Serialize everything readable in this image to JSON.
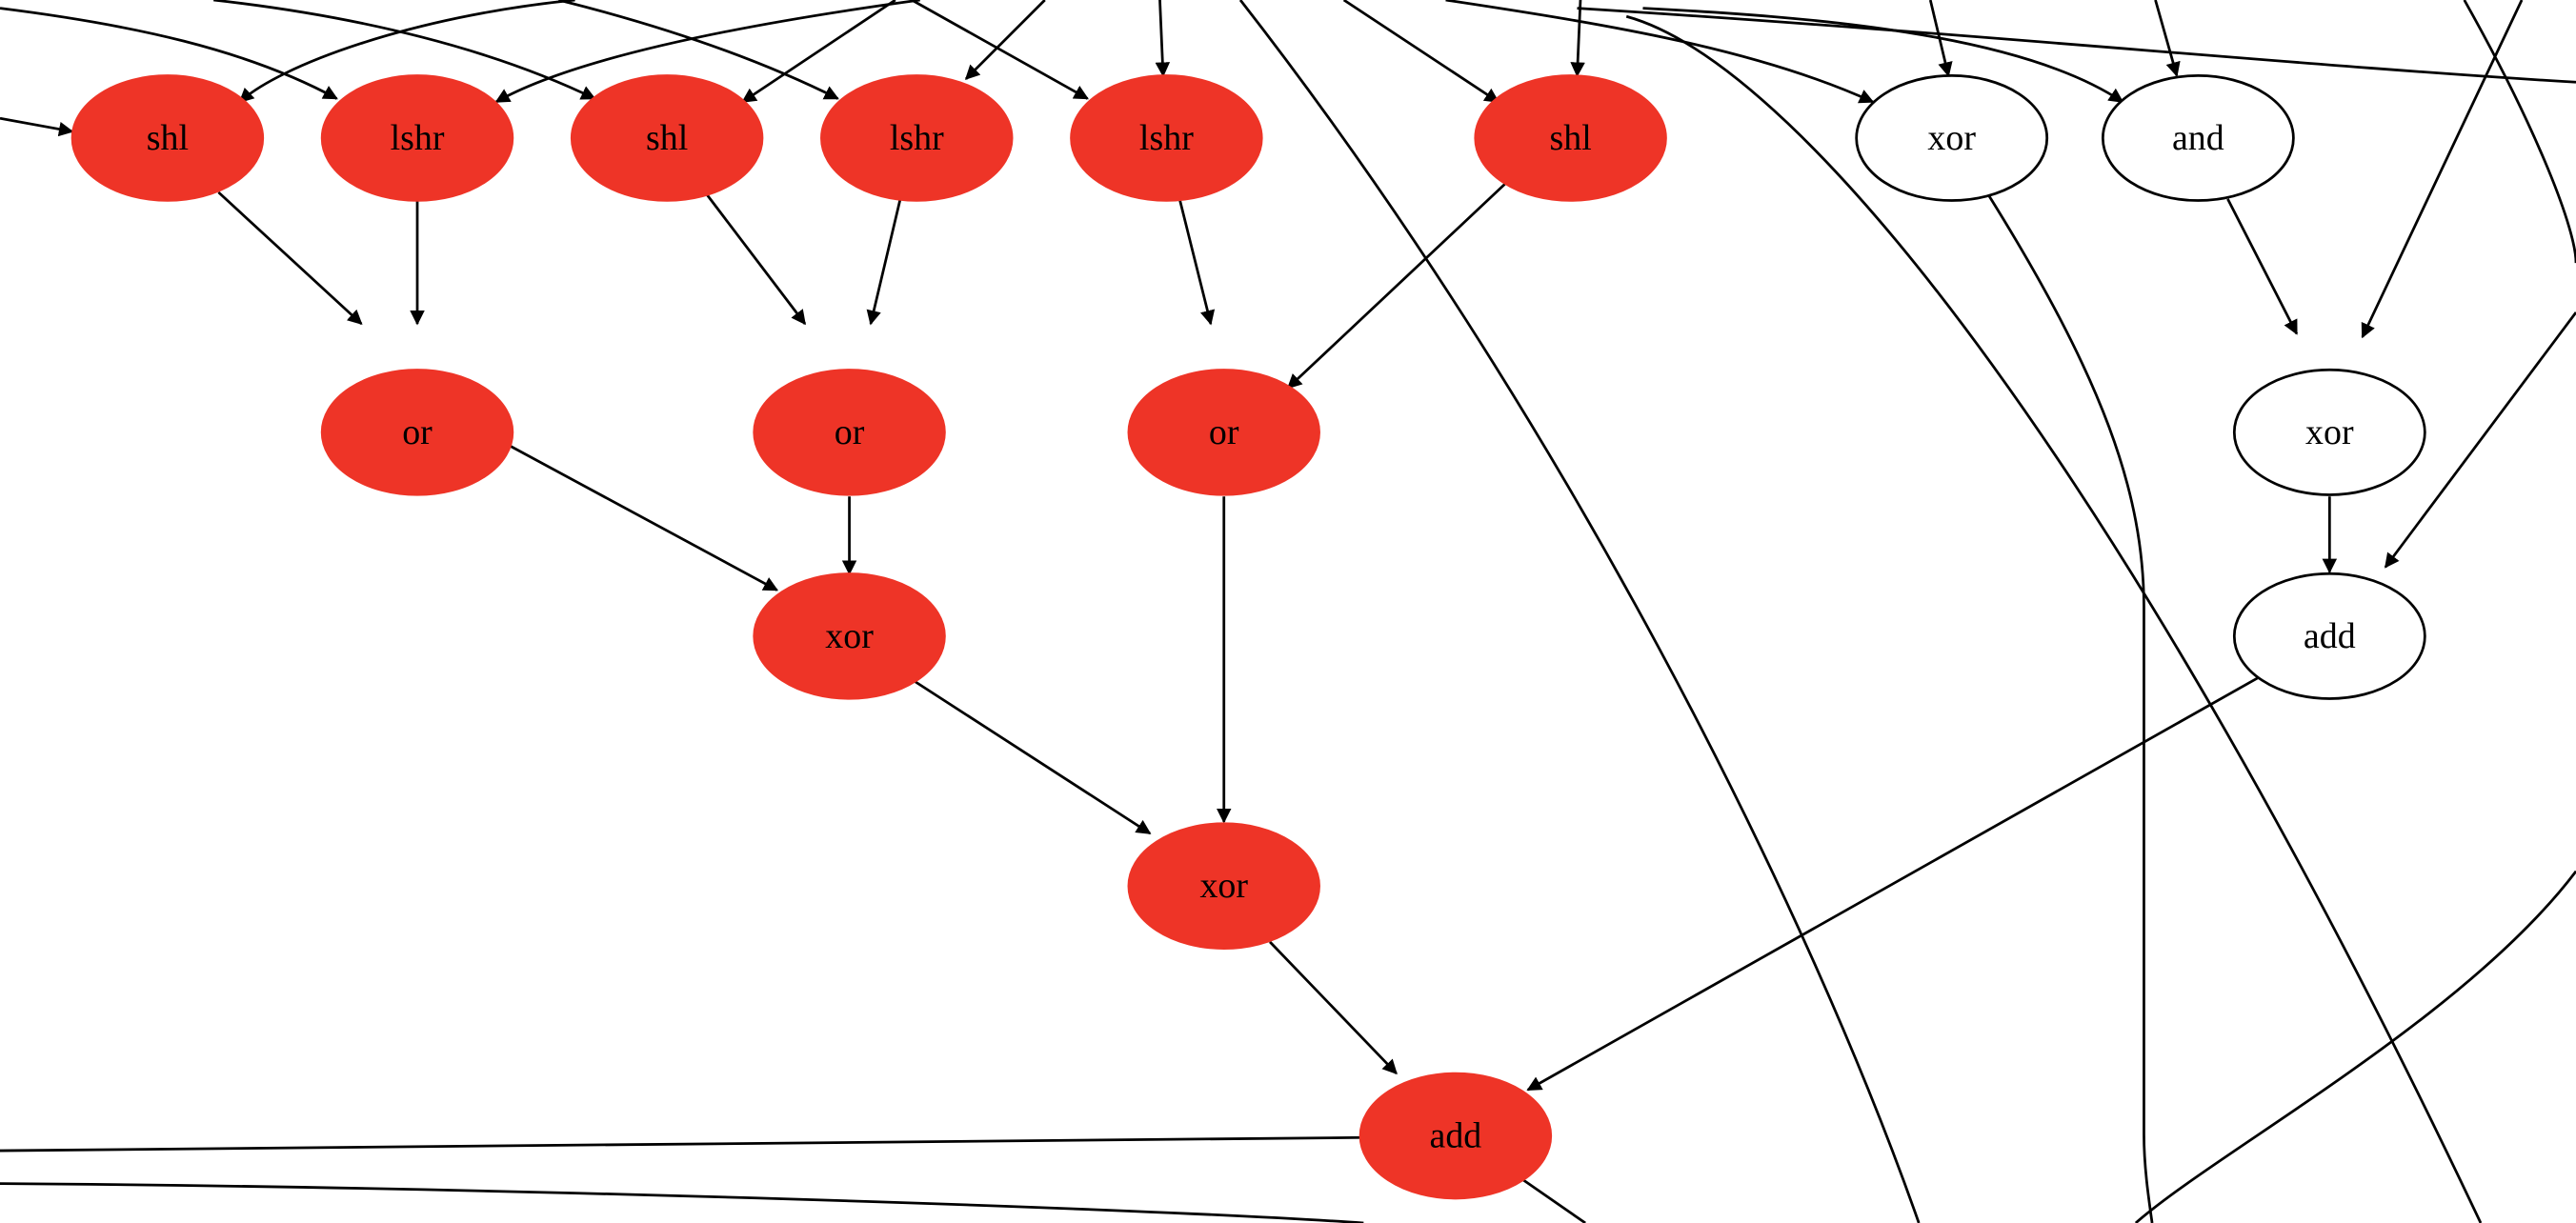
{
  "colors": {
    "highlight": "#ee3427",
    "normal": "#ffffff",
    "edge": "#000000"
  },
  "nodes": [
    {
      "id": "n1",
      "label": "shl",
      "highlighted": true
    },
    {
      "id": "n2",
      "label": "lshr",
      "highlighted": true
    },
    {
      "id": "n3",
      "label": "shl",
      "highlighted": true
    },
    {
      "id": "n4",
      "label": "lshr",
      "highlighted": true
    },
    {
      "id": "n5",
      "label": "lshr",
      "highlighted": true
    },
    {
      "id": "n6",
      "label": "shl",
      "highlighted": true
    },
    {
      "id": "n7",
      "label": "xor",
      "highlighted": false
    },
    {
      "id": "n8",
      "label": "and",
      "highlighted": false
    },
    {
      "id": "n9",
      "label": "or",
      "highlighted": true
    },
    {
      "id": "n10",
      "label": "or",
      "highlighted": true
    },
    {
      "id": "n11",
      "label": "or",
      "highlighted": true
    },
    {
      "id": "n12",
      "label": "xor",
      "highlighted": false
    },
    {
      "id": "n13",
      "label": "xor",
      "highlighted": true
    },
    {
      "id": "n14",
      "label": "add",
      "highlighted": false
    },
    {
      "id": "n15",
      "label": "xor",
      "highlighted": true
    },
    {
      "id": "n16",
      "label": "add",
      "highlighted": true
    }
  ]
}
